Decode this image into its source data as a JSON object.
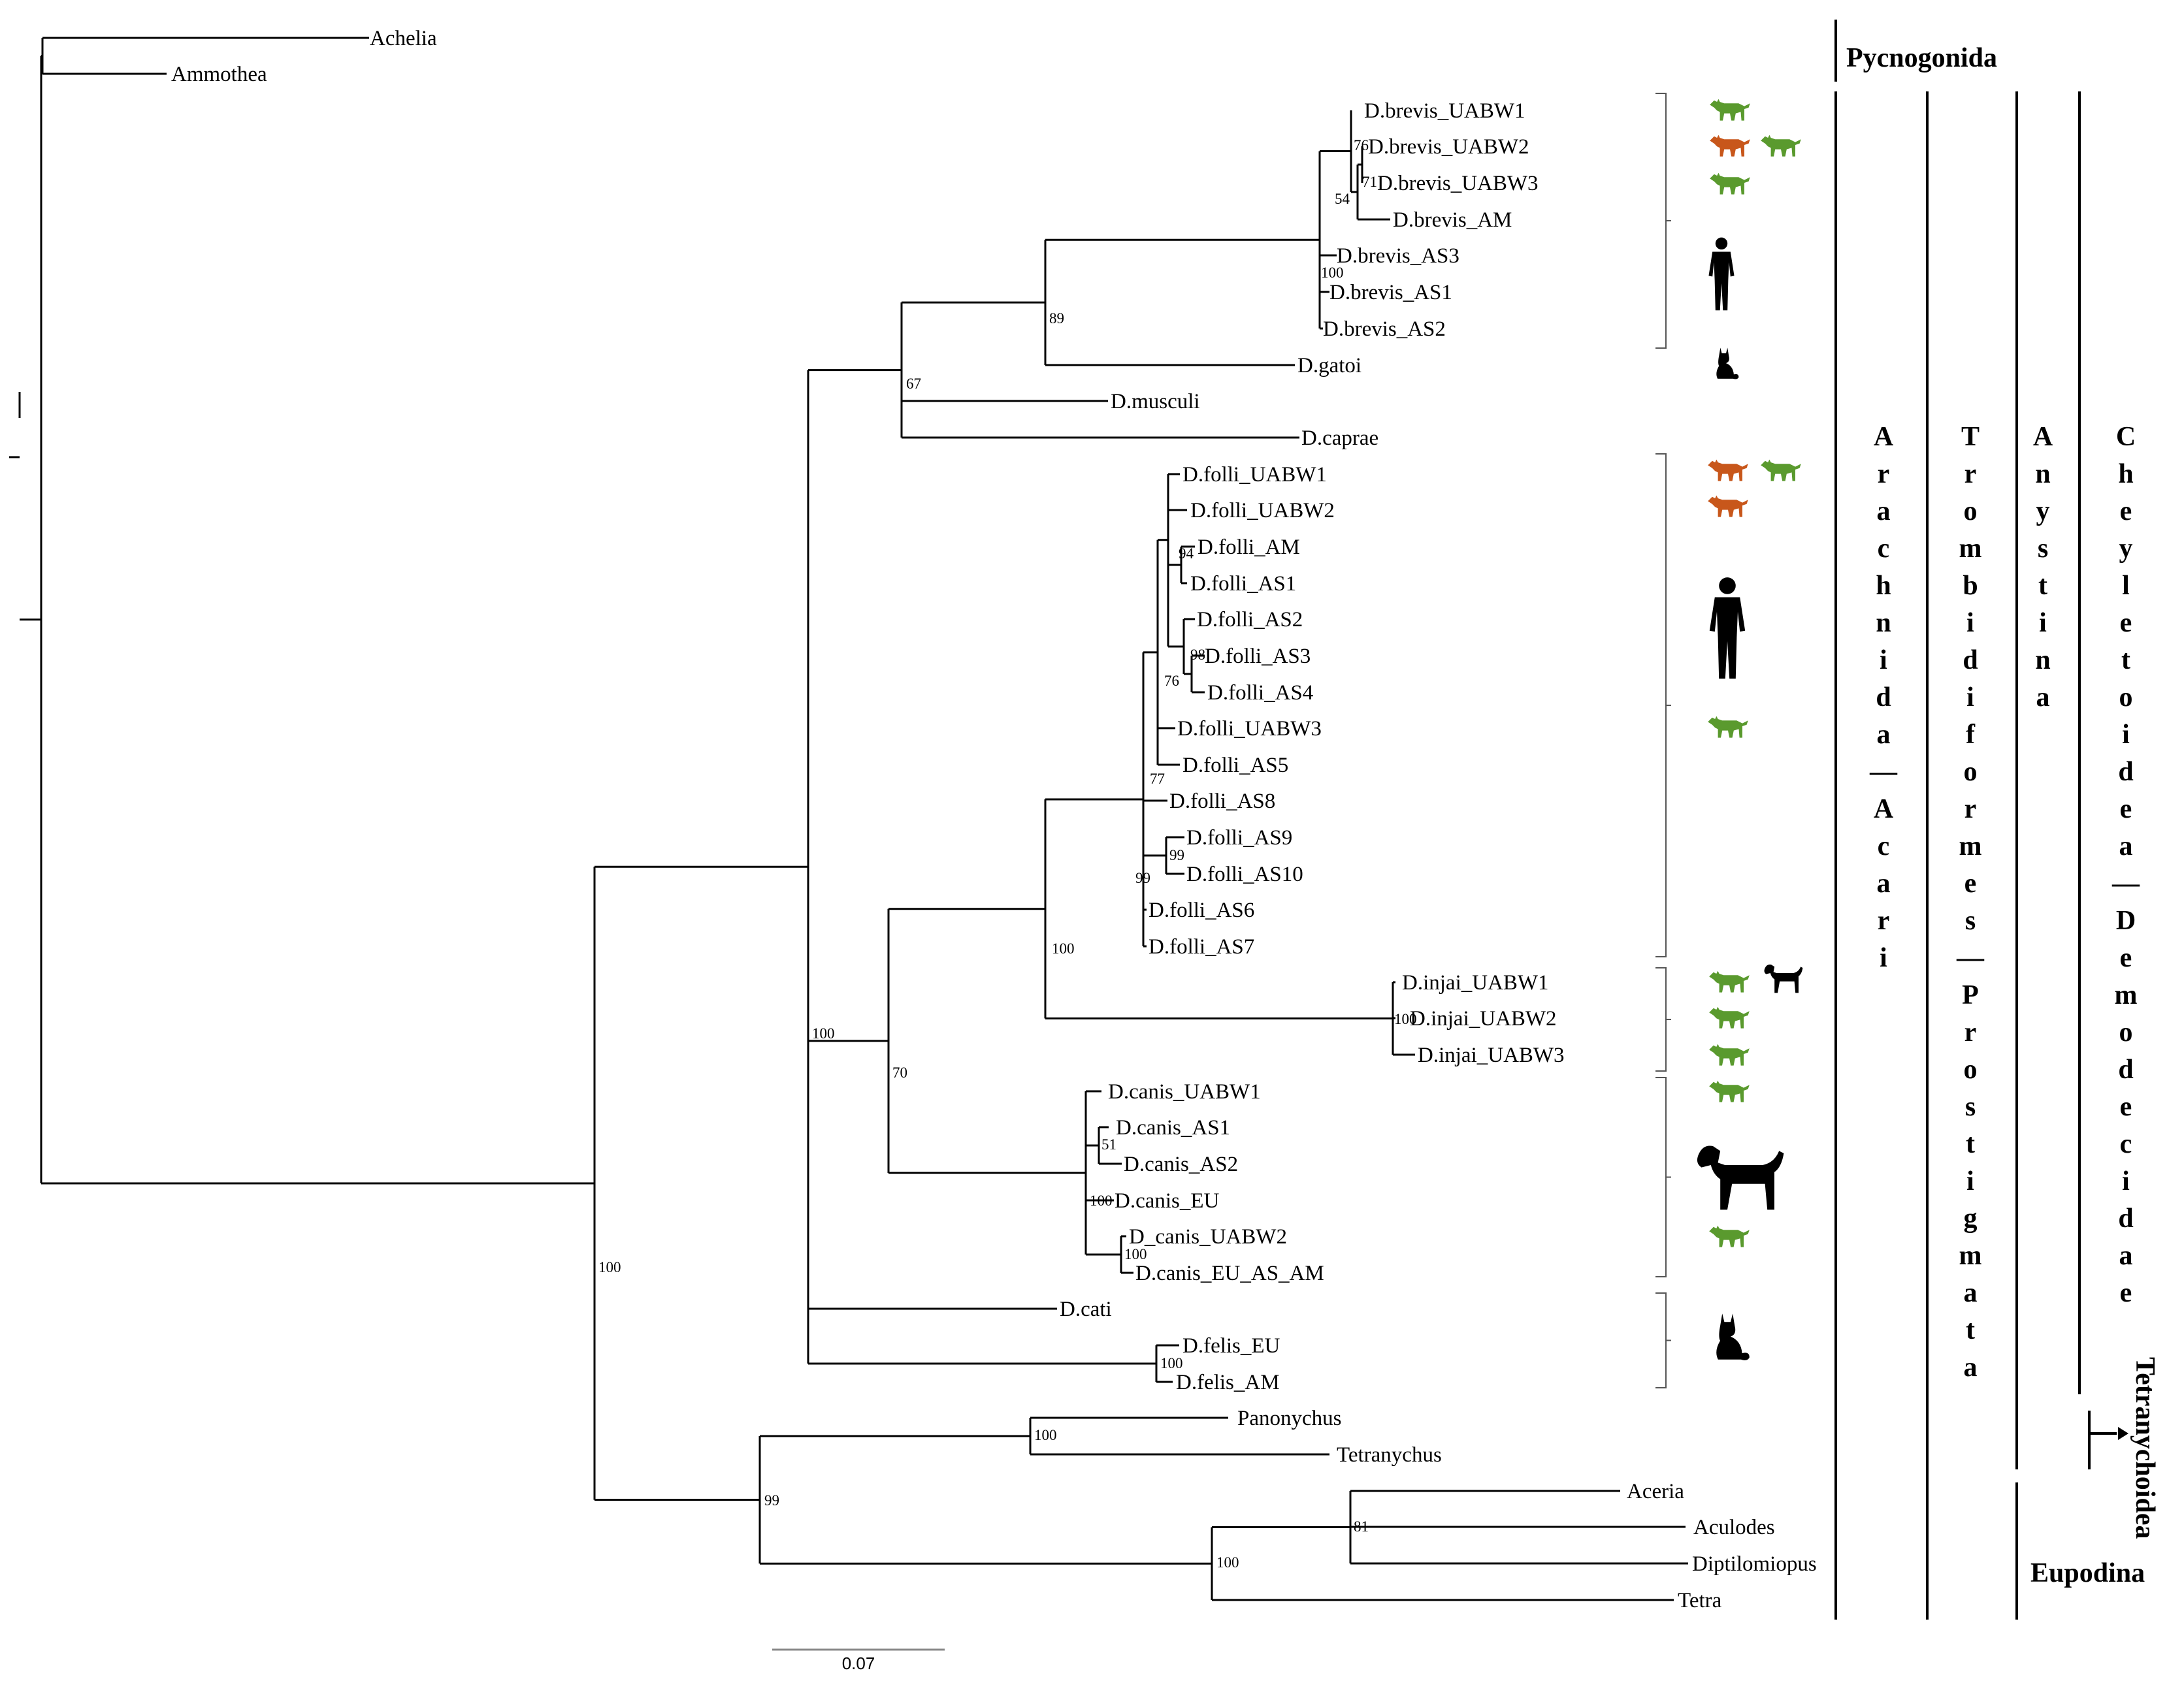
{
  "leaves": [
    {
      "id": "achelia",
      "label": "Achelia"
    },
    {
      "id": "ammothea",
      "label": "Ammothea"
    },
    {
      "id": "dbrevis_uabw1",
      "label": "D.brevis_UABW1"
    },
    {
      "id": "dbrevis_uabw2",
      "label": "D.brevis_UABW2"
    },
    {
      "id": "dbrevis_uabw3",
      "label": "D.brevis_UABW3"
    },
    {
      "id": "dbrevis_am",
      "label": "D.brevis_AM"
    },
    {
      "id": "dbrevis_as3",
      "label": "D.brevis_AS3"
    },
    {
      "id": "dbrevis_as1",
      "label": "D.brevis_AS1"
    },
    {
      "id": "dbrevis_as2",
      "label": "D.brevis_AS2"
    },
    {
      "id": "dgatoi",
      "label": "D.gatoi"
    },
    {
      "id": "dmusculi",
      "label": "D.musculi"
    },
    {
      "id": "dcaprae",
      "label": "D.caprae"
    },
    {
      "id": "dfolli_uabw1",
      "label": "D.folli_UABW1"
    },
    {
      "id": "dfolli_uabw2",
      "label": "D.folli_UABW2"
    },
    {
      "id": "dfolli_am",
      "label": "D.folli_AM"
    },
    {
      "id": "dfolli_as1",
      "label": "D.folli_AS1"
    },
    {
      "id": "dfolli_as2",
      "label": "D.folli_AS2"
    },
    {
      "id": "dfolli_as3",
      "label": "D.folli_AS3"
    },
    {
      "id": "dfolli_as4",
      "label": "D.folli_AS4"
    },
    {
      "id": "dfolli_uabw3",
      "label": "D.folli_UABW3"
    },
    {
      "id": "dfolli_as5",
      "label": "D.folli_AS5"
    },
    {
      "id": "dfolli_as8",
      "label": "D.folli_AS8"
    },
    {
      "id": "dfolli_as9",
      "label": "D.folli_AS9"
    },
    {
      "id": "dfolli_as10",
      "label": "D.folli_AS10"
    },
    {
      "id": "dfolli_as6",
      "label": "D.folli_AS6"
    },
    {
      "id": "dfolli_as7",
      "label": "D.folli_AS7"
    },
    {
      "id": "dinjai_uabw1",
      "label": "D.injai_UABW1"
    },
    {
      "id": "dinjai_uabw2",
      "label": "D.injai_UABW2"
    },
    {
      "id": "dinjai_uabw3",
      "label": "D.injai_UABW3"
    },
    {
      "id": "dcanis_uabw1",
      "label": "D.canis_UABW1"
    },
    {
      "id": "dcanis_as1",
      "label": "D.canis_AS1"
    },
    {
      "id": "dcanis_as2",
      "label": "D.canis_AS2"
    },
    {
      "id": "dcanis_eu",
      "label": "D.canis_EU"
    },
    {
      "id": "dcanis_uabw2",
      "label": "D_canis_UABW2"
    },
    {
      "id": "dcanis_eu_as_am",
      "label": "D.canis_EU_AS_AM"
    },
    {
      "id": "dcati",
      "label": "D.cati"
    },
    {
      "id": "dfelis_eu",
      "label": "D.felis_EU"
    },
    {
      "id": "dfelis_am",
      "label": "D.felis_AM"
    },
    {
      "id": "panonychus",
      "label": "Panonychus"
    },
    {
      "id": "tetranychus",
      "label": "Tetranychus"
    },
    {
      "id": "aceria",
      "label": "Aceria"
    },
    {
      "id": "aculodes",
      "label": "Aculodes"
    },
    {
      "id": "diptilomiopus",
      "label": "Diptilomiopus"
    },
    {
      "id": "tetra",
      "label": "Tetra"
    }
  ],
  "support_values": [
    {
      "id": "s_brevis_76",
      "value": "76"
    },
    {
      "id": "s_brevis_71",
      "value": "71"
    },
    {
      "id": "s_brevis_54",
      "value": "54"
    },
    {
      "id": "s_brevis_100",
      "value": "100"
    },
    {
      "id": "s_gatoi_89",
      "value": "89"
    },
    {
      "id": "s_cap_67",
      "value": "67"
    },
    {
      "id": "s_folli_94",
      "value": "94"
    },
    {
      "id": "s_folli_98",
      "value": "98"
    },
    {
      "id": "s_folli_76",
      "value": "76"
    },
    {
      "id": "s_folli_77",
      "value": "77"
    },
    {
      "id": "s_folli_99a",
      "value": "99"
    },
    {
      "id": "s_folli_99b",
      "value": "99"
    },
    {
      "id": "s_injai_100",
      "value": "100"
    },
    {
      "id": "s_fi_100",
      "value": "100"
    },
    {
      "id": "s_canis_51",
      "value": "51"
    },
    {
      "id": "s_canis_100a",
      "value": "100"
    },
    {
      "id": "s_canis_100b",
      "value": "100"
    },
    {
      "id": "s_fic_70",
      "value": "70"
    },
    {
      "id": "s_dem_100",
      "value": "100"
    },
    {
      "id": "s_felis_100",
      "value": "100"
    },
    {
      "id": "s_tet_100",
      "value": "100"
    },
    {
      "id": "s_eri_81",
      "value": "81"
    },
    {
      "id": "s_eri_100",
      "value": "100"
    },
    {
      "id": "s_outer_99",
      "value": "99"
    },
    {
      "id": "s_root_100",
      "value": "100"
    }
  ],
  "clades": {
    "pycnogonida": "Pycnogonida",
    "arachnida_acari": "Arachnida_Acari",
    "trombidiformes_prostigmata": "Trombidiformes_Prostigmata",
    "anystina": "Anystina",
    "cheyletoidea_demodecidae": "Cheyletoidea_Demodecidae",
    "tetranychoidea": "Tetranychoidea",
    "eupodina": "Eupodina"
  },
  "host_icons": {
    "wolf_green_color": "#5a9a2e",
    "wolf_orange_color": "#c8571b",
    "silhouette_color": "#000000",
    "icon_names": [
      "wolf-icon",
      "human-icon",
      "cat-icon",
      "dog-icon"
    ]
  },
  "scale_bar": {
    "label": "0.07",
    "value": 0.07
  }
}
